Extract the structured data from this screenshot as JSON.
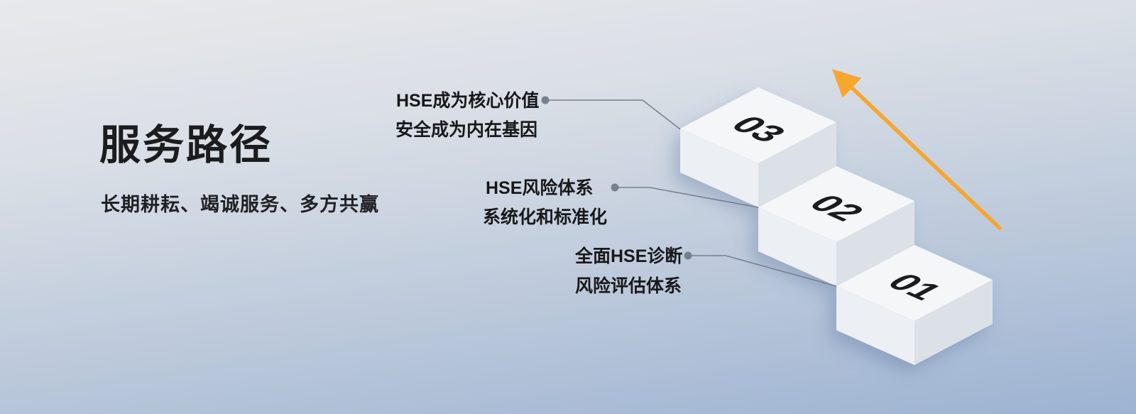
{
  "header": {
    "title": "服务路径",
    "subtitle": "长期耕耘、竭诚服务、多方共赢"
  },
  "steps": [
    {
      "number": "03",
      "label_line1": "HSE成为核心价值",
      "label_line2": "安全成为内在基因"
    },
    {
      "number": "02",
      "label_line1": "HSE风险体系",
      "label_line2": "系统化和标准化"
    },
    {
      "number": "01",
      "label_line1": "全面HSE诊断",
      "label_line2": "风险评估体系"
    }
  ],
  "colors": {
    "arrow": "#F7A62E",
    "step_top": "#f5f6f8",
    "step_left": "#eceff3",
    "step_right": "#dce1e8",
    "connector": "#76808f",
    "text": "#1b1c1e",
    "background_top": "#e8e9eb",
    "background_bottom": "#9db3d2"
  }
}
